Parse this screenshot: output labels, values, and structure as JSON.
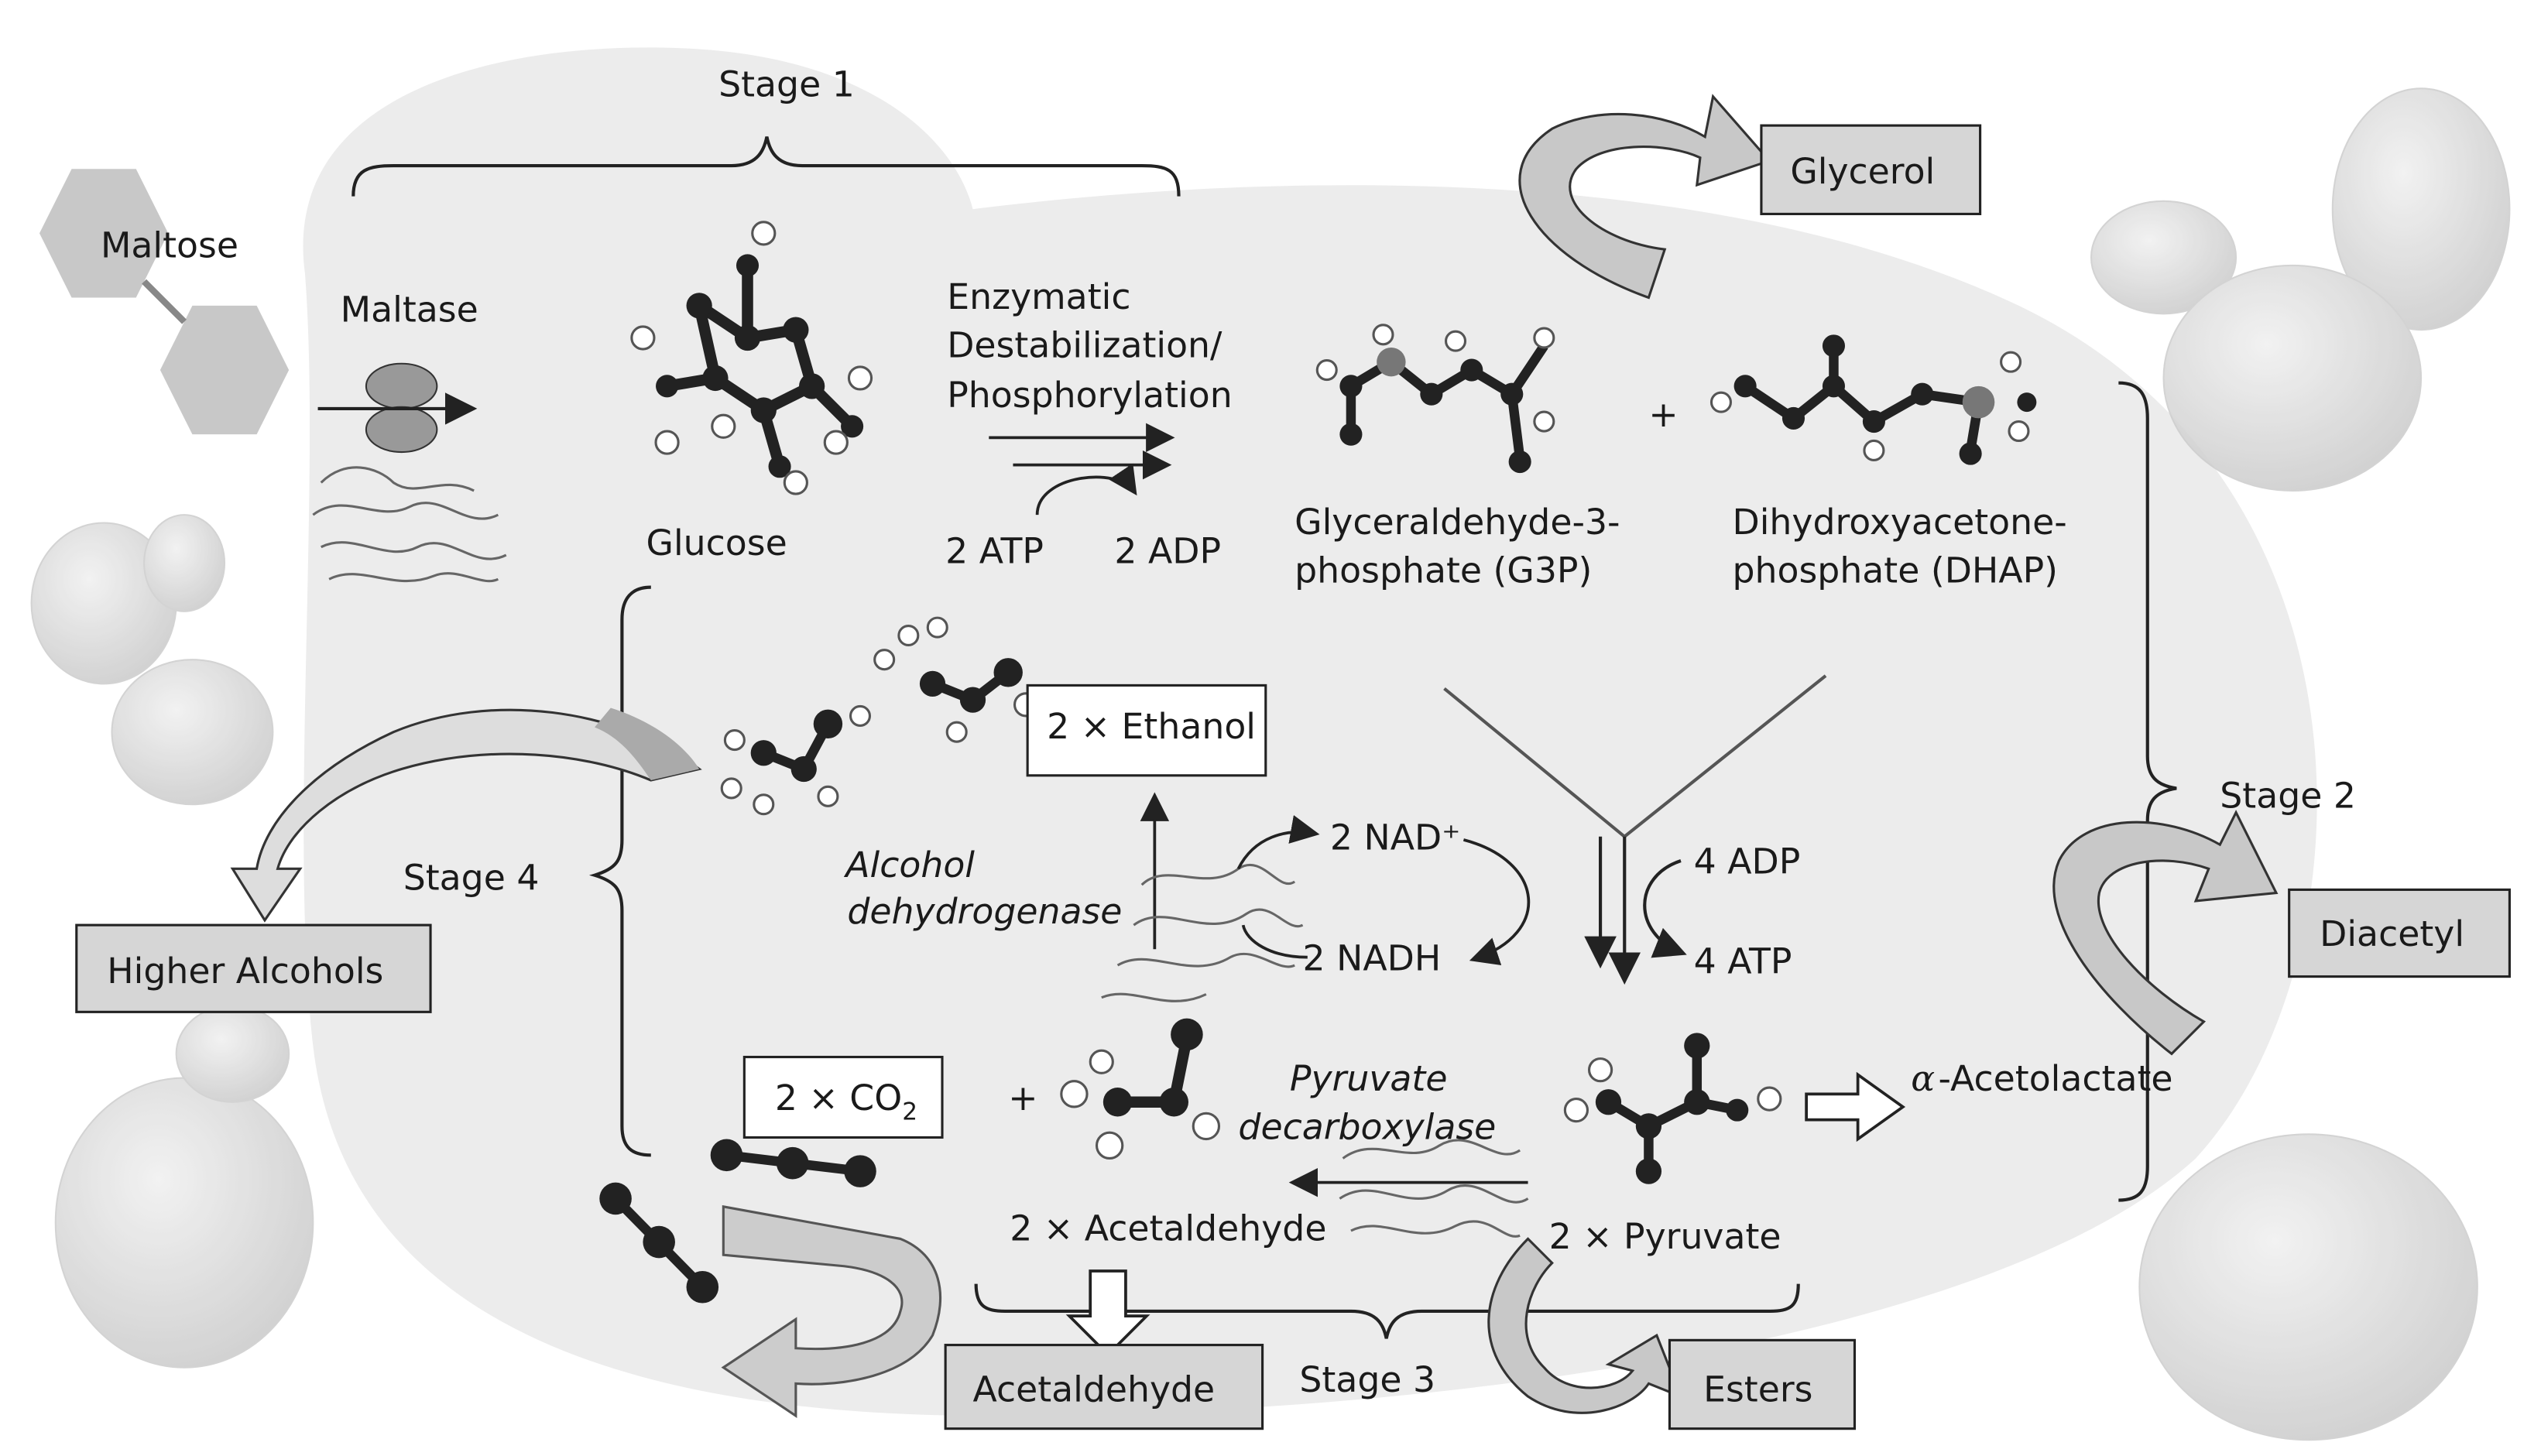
{
  "stages": {
    "stage1": "Stage 1",
    "stage2": "Stage 2",
    "stage3": "Stage 3",
    "stage4": "Stage 4"
  },
  "labels": {
    "maltose": "Maltose",
    "maltase": "Maltase",
    "glucose": "Glucose",
    "enzymatic_line1": "Enzymatic",
    "enzymatic_line2": "Destabilization/",
    "enzymatic_line3": "Phosphorylation",
    "atp_in": "2 ATP",
    "adp_out": "2 ADP",
    "g3p_line1": "Glyceraldehyde-3-",
    "g3p_line2": "phosphate (G3P)",
    "plus_top": "+",
    "dhap_line1": "Dihydroxyacetone-",
    "dhap_line2": "phosphate (DHAP)",
    "ethanol": "2 × Ethanol",
    "adh_line1": "Alcohol",
    "adh_line2": "dehydrogenase",
    "nad": "2 NAD⁺",
    "nadh": "2 NADH",
    "adp4": "4 ADP",
    "atp4": "4 ATP",
    "co2_prefix": "2 × CO",
    "co2_sub": "2",
    "plus_bottom": "+",
    "pdc_line1": "Pyruvate",
    "pdc_line2": "decarboxylase",
    "acetaldehyde": "2 × Acetaldehyde",
    "pyruvate": "2 × Pyruvate",
    "acetolactate_alpha": "α",
    "acetolactate_rest": "-Acetolactate"
  },
  "byproducts": {
    "glycerol": "Glycerol",
    "diacetyl": "Diacetyl",
    "higher_alcohols": "Higher Alcohols",
    "acetaldehyde": "Acetaldehyde",
    "esters": "Esters"
  },
  "colors": {
    "cell_fill": "#ececec",
    "box_fill": "#d6d6d6",
    "line": "#222222"
  }
}
